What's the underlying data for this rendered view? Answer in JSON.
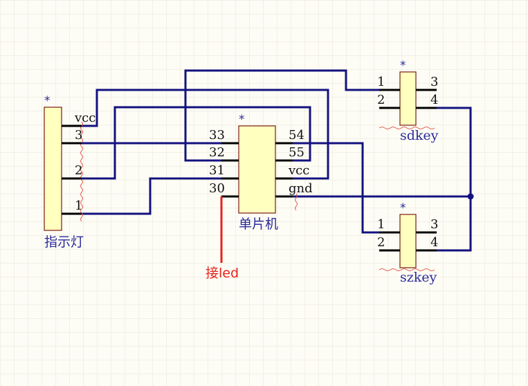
{
  "components": {
    "indicator": {
      "name": "指示灯",
      "ref": "*",
      "pins": {
        "vcc": "vcc",
        "p3": "3",
        "p2": "2",
        "p1": "1"
      }
    },
    "mcu": {
      "name": "单片机",
      "ref": "*",
      "pins": {
        "p33": "33",
        "p32": "32",
        "p31": "31",
        "p30": "30",
        "p54": "54",
        "p55": "55",
        "vcc": "vcc",
        "gnd": "gnd"
      }
    },
    "sdkey": {
      "name": "sdkey",
      "ref": "*",
      "pins": {
        "p1": "1",
        "p2": "2",
        "p3": "3",
        "p4": "4"
      }
    },
    "szkey": {
      "name": "szkey",
      "ref": "*",
      "pins": {
        "p1": "1",
        "p2": "2",
        "p3": "3",
        "p4": "4"
      }
    }
  },
  "annotation": {
    "led_note": "接led"
  },
  "colors": {
    "background": "#fdfcf5",
    "grid": "#e9e6d8",
    "wire": "#13127f",
    "component_fill": "#ffffc0",
    "annotation": "#e8201a"
  }
}
